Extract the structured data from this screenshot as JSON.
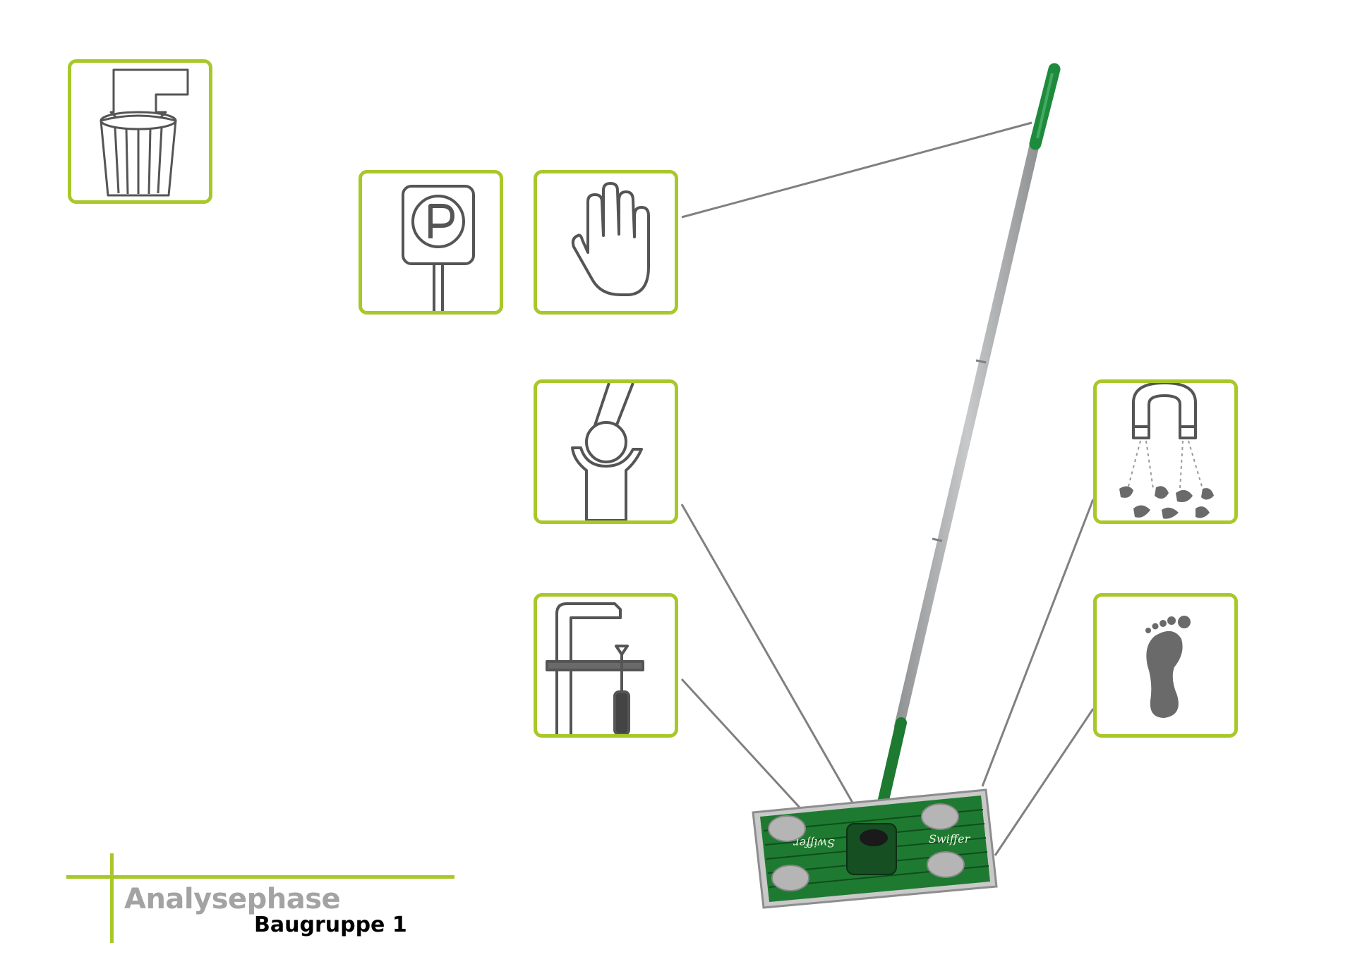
{
  "footer": {
    "title": "Analysephase",
    "subtitle": "Baugruppe 1"
  },
  "product": {
    "brand_label": "Swiffer"
  },
  "icons": [
    {
      "name": "waste-bin-icon"
    },
    {
      "name": "parking-sign-icon"
    },
    {
      "name": "hand-icon"
    },
    {
      "name": "ball-joint-icon"
    },
    {
      "name": "clamp-icon"
    },
    {
      "name": "magnet-icon"
    },
    {
      "name": "footprint-icon"
    }
  ],
  "colors": {
    "accent": "#a8c82a",
    "icon_stroke": "#555555",
    "mop_green": "#1e7a30",
    "pole_gray": "#b9bcbd",
    "connector_line": "#808080"
  }
}
